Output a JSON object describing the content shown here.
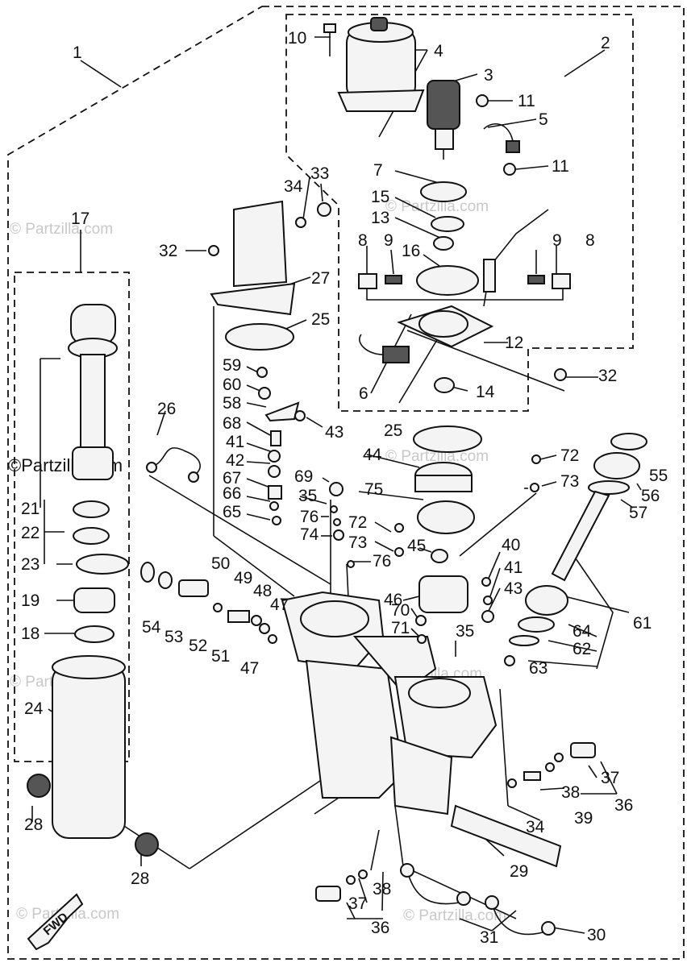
{
  "watermark": "© Partzilla.com",
  "watermark_alt": "©Partzilla.com",
  "fwd_label": "FWD",
  "labels": {
    "p1": "1",
    "p2": "2",
    "p3": "3",
    "p4": "4",
    "p5": "5",
    "p6": "6",
    "p7": "7",
    "p8a": "8",
    "p8b": "8",
    "p9a": "9",
    "p9b": "9",
    "p10": "10",
    "p11a": "11",
    "p11b": "11",
    "p12": "12",
    "p13": "13",
    "p14": "14",
    "p15": "15",
    "p16": "16",
    "p17": "17",
    "p18": "18",
    "p19": "19",
    "p21": "21",
    "p22": "22",
    "p23": "23",
    "p24": "24",
    "p25a": "25",
    "p25b": "25",
    "p26": "26",
    "p27": "27",
    "p28a": "28",
    "p28b": "28",
    "p29": "29",
    "p30": "30",
    "p31": "31",
    "p32a": "32",
    "p32b": "32",
    "p33": "33",
    "p34a": "34",
    "p34b": "34",
    "p35a": "35",
    "p35b": "35",
    "p36a": "36",
    "p36b": "36",
    "p37a": "37",
    "p37b": "37",
    "p38a": "38",
    "p38b": "38",
    "p39": "39",
    "p40": "40",
    "p41a": "41",
    "p41b": "41",
    "p42": "42",
    "p43a": "43",
    "p43b": "43",
    "p44": "44",
    "p45": "45",
    "p46": "46",
    "p47a": "47",
    "p47b": "47",
    "p48": "48",
    "p49": "49",
    "p50": "50",
    "p51": "51",
    "p52": "52",
    "p53": "53",
    "p54": "54",
    "p55": "55",
    "p56": "56",
    "p57": "57",
    "p58": "58",
    "p59": "59",
    "p60": "60",
    "p61": "61",
    "p62": "62",
    "p63": "63",
    "p64": "64",
    "p65": "65",
    "p66": "66",
    "p67": "67",
    "p68": "68",
    "p69": "69",
    "p70": "70",
    "p71": "71",
    "p72a": "72",
    "p72b": "72",
    "p73a": "73",
    "p73b": "73",
    "p74": "74",
    "p75": "75",
    "p76a": "76",
    "p76b": "76"
  }
}
